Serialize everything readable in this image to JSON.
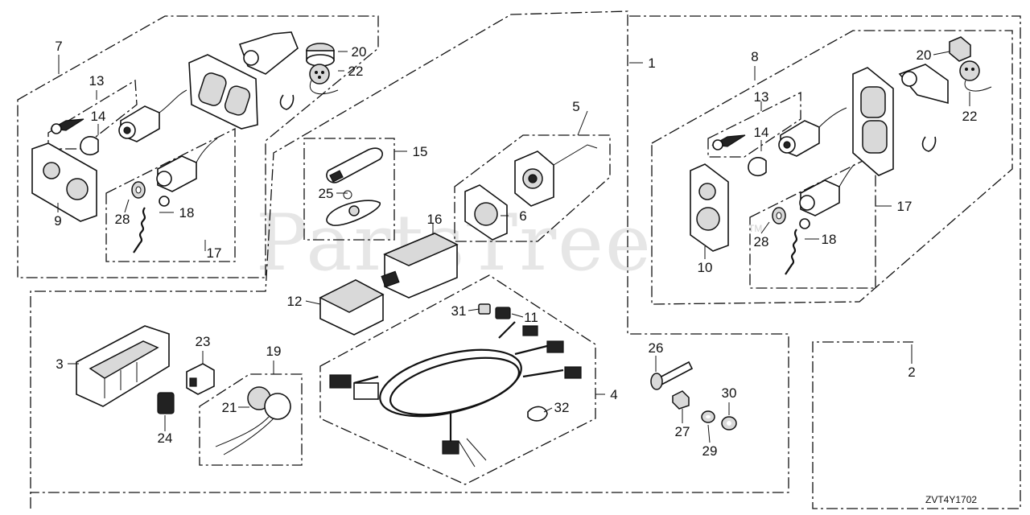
{
  "watermark": "PartsTree",
  "trademark": "TM",
  "diagram_code": "ZVT4Y1702",
  "callouts": {
    "c1": "1",
    "c2": "2",
    "c3": "3",
    "c4": "4",
    "c5": "5",
    "c6": "6",
    "c7": "7",
    "c8": "8",
    "c9": "9",
    "c10": "10",
    "c11": "11",
    "c12": "12",
    "c13a": "13",
    "c13b": "13",
    "c14a": "14",
    "c14b": "14",
    "c15": "15",
    "c16": "16",
    "c17a": "17",
    "c17b": "17",
    "c18a": "18",
    "c18b": "18",
    "c19": "19",
    "c20a": "20",
    "c20b": "20",
    "c21": "21",
    "c22a": "22",
    "c22b": "22",
    "c23": "23",
    "c24": "24",
    "c25": "25",
    "c26": "26",
    "c27": "27",
    "c28a": "28",
    "c28b": "28",
    "c29": "29",
    "c30": "30",
    "c31": "31",
    "c32": "32"
  }
}
